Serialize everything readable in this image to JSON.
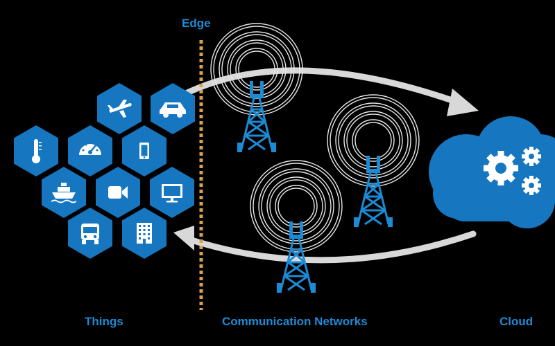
{
  "labels": {
    "edge": "Edge",
    "things": "Things",
    "networks": "Communication Networks",
    "cloud": "Cloud"
  },
  "things": [
    {
      "icon": "airplane-icon"
    },
    {
      "icon": "car-icon"
    },
    {
      "icon": "thermometer-icon"
    },
    {
      "icon": "speedometer-icon"
    },
    {
      "icon": "smartphone-icon"
    },
    {
      "icon": "ship-icon"
    },
    {
      "icon": "video-camera-icon"
    },
    {
      "icon": "monitor-icon"
    },
    {
      "icon": "bus-icon"
    },
    {
      "icon": "building-icon"
    }
  ],
  "cloud": {
    "icon": "gears-icon"
  },
  "colors": {
    "accent": "#1c8bd6",
    "hexagon": "#1677c0",
    "edge_line": "#d9a24a",
    "arrow": "#d8d8d8",
    "background": "#000000"
  }
}
